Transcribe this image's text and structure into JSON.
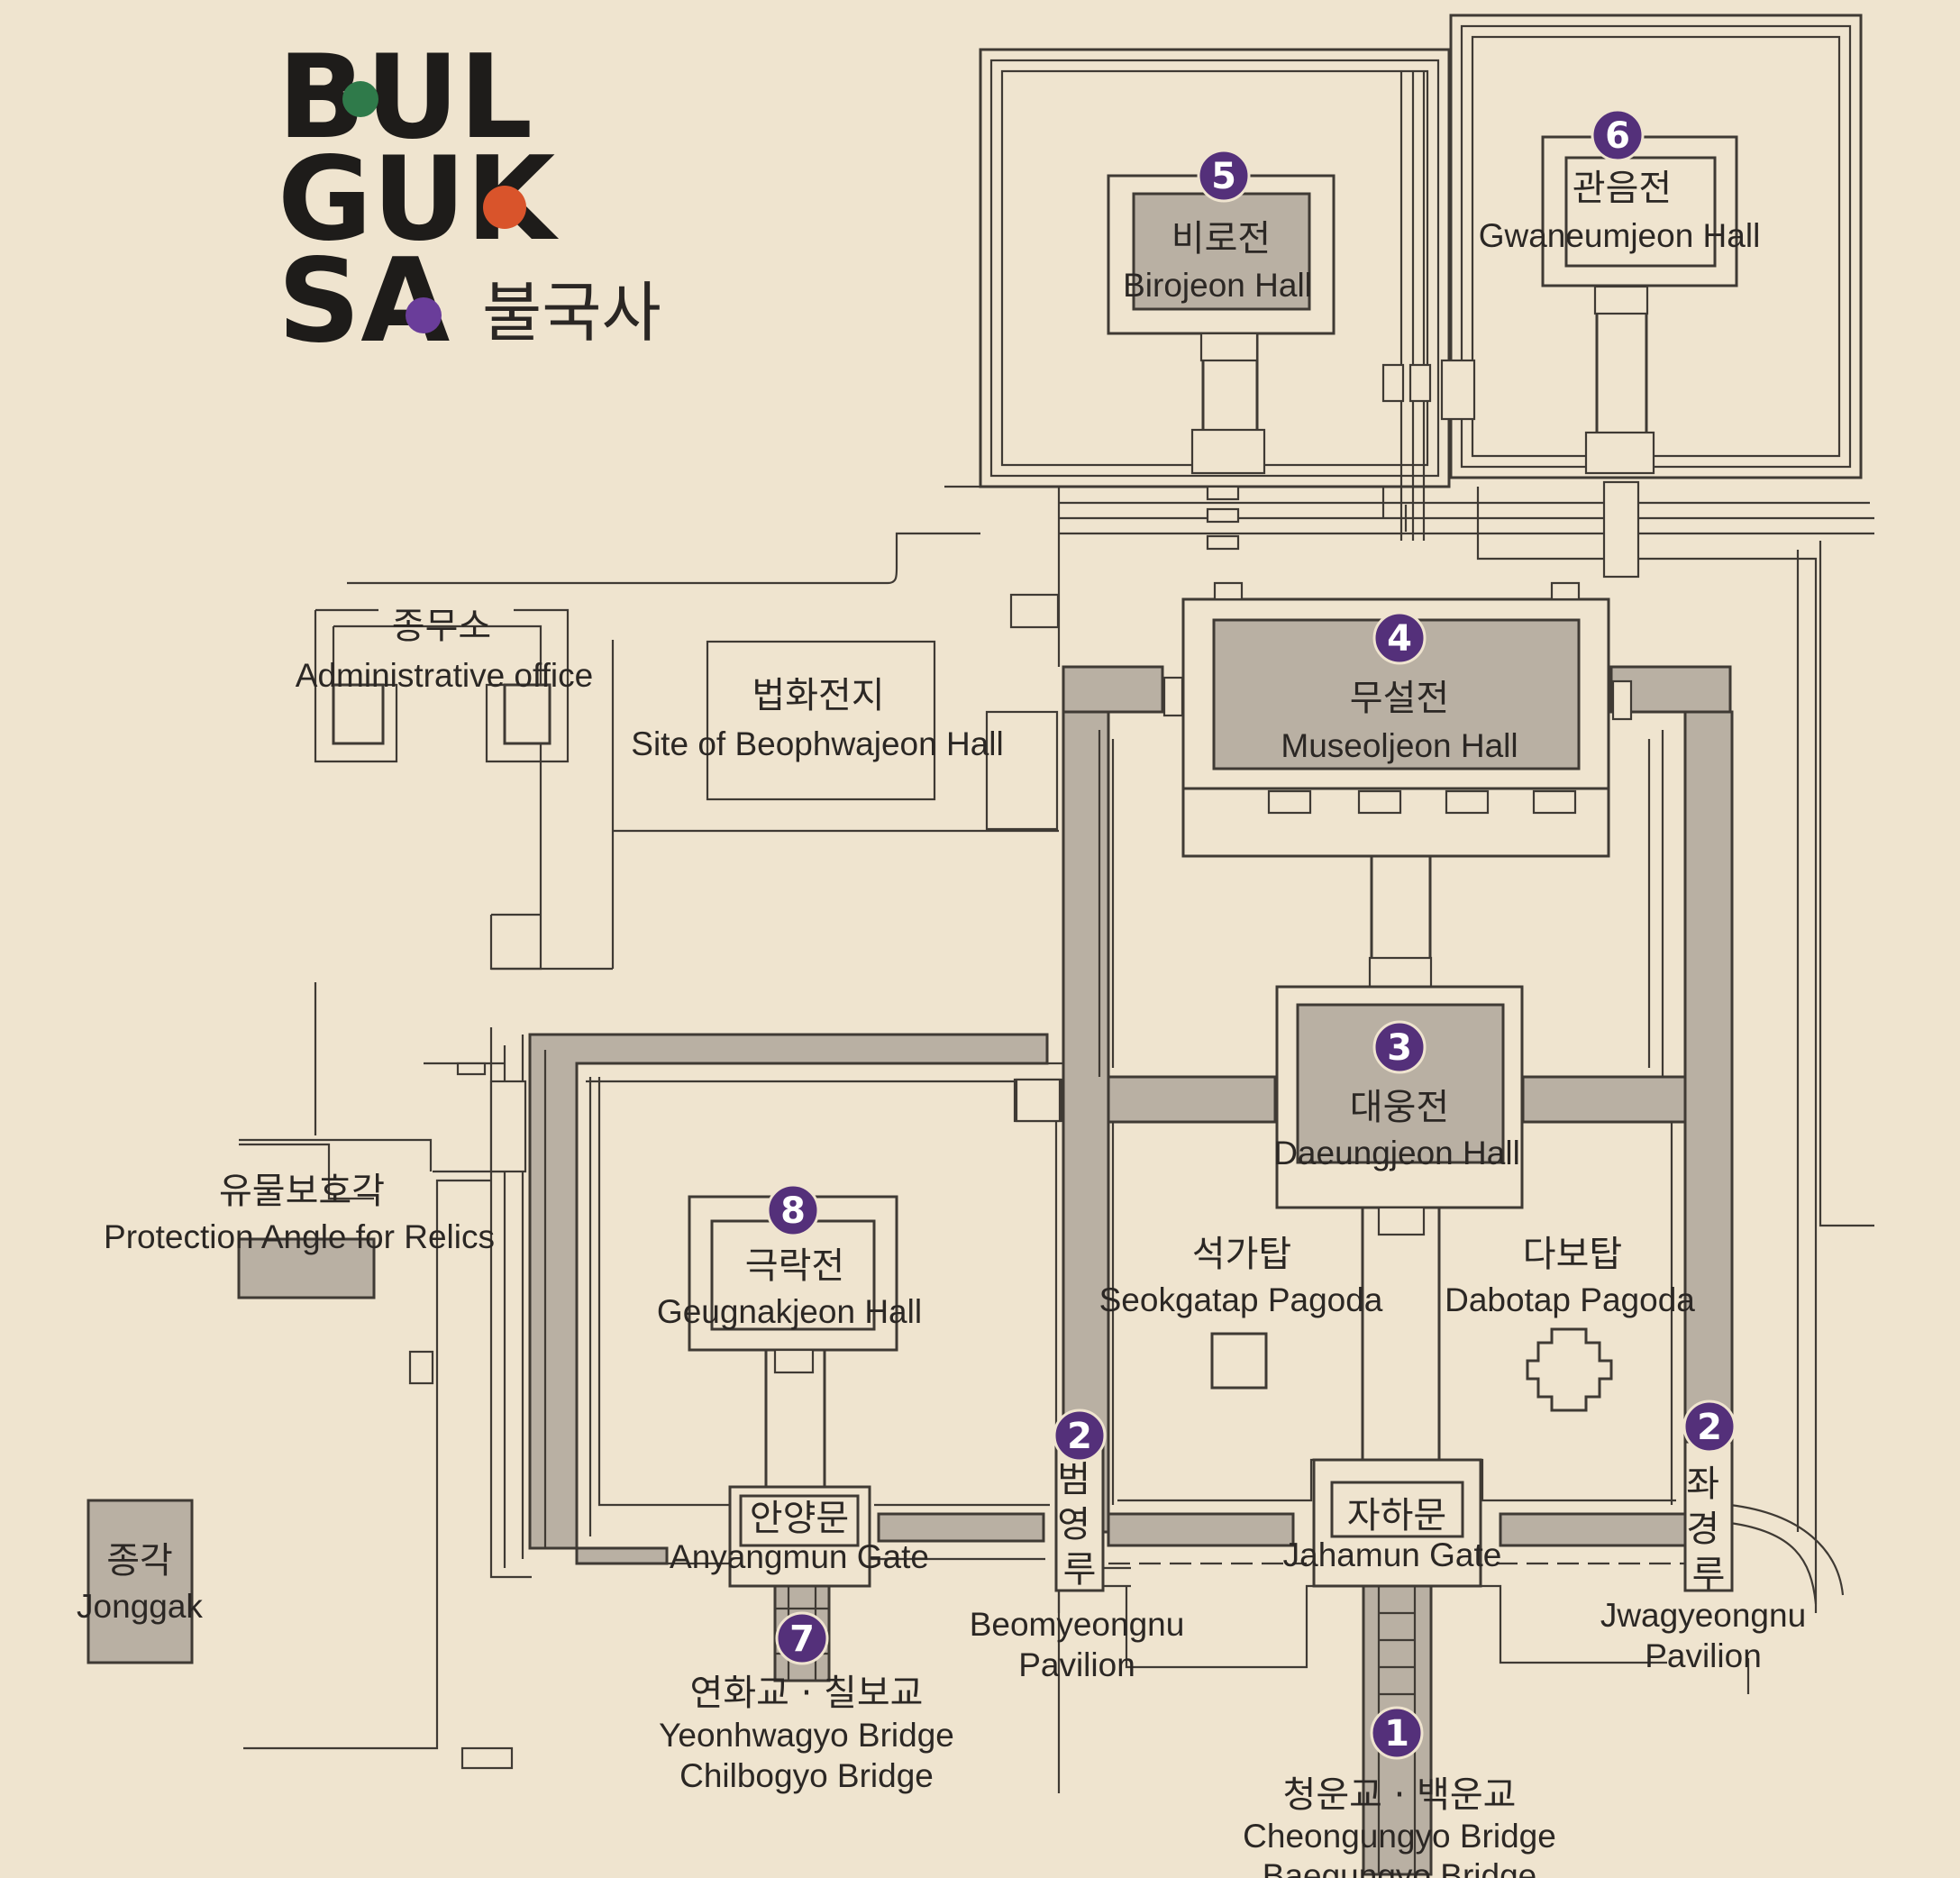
{
  "logo": {
    "line1": "BUL",
    "line2": "GUK",
    "line3": "SA",
    "korean": "불국사",
    "colors": [
      "#1e1c1a",
      "#2f7a4a",
      "#d9542b",
      "#6a3d9a"
    ]
  },
  "colors": {
    "background": "#efe4cf",
    "line": "#3f3a34",
    "fill": "#b9b0a3",
    "marker": "#54307a"
  },
  "markers": [
    "1",
    "2",
    "2",
    "3",
    "4",
    "5",
    "6",
    "7",
    "8"
  ],
  "places": {
    "birojeon": {
      "ko": "비로전",
      "en": "Birojeon Hall"
    },
    "gwaneumjeon": {
      "ko": "관음전",
      "en": "Gwaneumjeon Hall"
    },
    "museoljeon": {
      "ko": "무설전",
      "en": "Museoljeon Hall"
    },
    "daeungjeon": {
      "ko": "대웅전",
      "en": "Daeungjeon Hall"
    },
    "geugnakjeon": {
      "ko": "극락전",
      "en": "Geugnakjeon Hall"
    },
    "admin": {
      "ko": "종무소",
      "en": "Administrative office"
    },
    "beophwajeon": {
      "ko": "법화전지",
      "en": "Site of Beophwajeon Hall"
    },
    "relics": {
      "ko": "유물보호각",
      "en": "Protection Angle for Relics"
    },
    "seokgatap": {
      "ko": "석가탑",
      "en": "Seokgatap Pagoda"
    },
    "dabotap": {
      "ko": "다보탑",
      "en": "Dabotap Pagoda"
    },
    "anyangmun": {
      "ko": "안양문",
      "en": "Anyangmun Gate"
    },
    "jahamun": {
      "ko": "자하문",
      "en": "Jahamun Gate"
    },
    "jonggak": {
      "ko": "종각",
      "en": "Jonggak"
    },
    "beomyeongnu": {
      "ko": "범영루",
      "en1": "Beomyeongnu",
      "en2": "Pavilion"
    },
    "jwagyeongnu": {
      "ko": "좌경루",
      "en1": "Jwagyeongnu",
      "en2": "Pavilion"
    },
    "yeonhwagyo": {
      "ko": "연화교 · 칠보교",
      "en1": "Yeonhwagyo Bridge",
      "en2": "Chilbogyo Bridge"
    },
    "cheongungyo": {
      "ko": "청운교 · 백운교",
      "en1": "Cheongungyo Bridge",
      "en2": "Baegungyo Bridge"
    }
  }
}
